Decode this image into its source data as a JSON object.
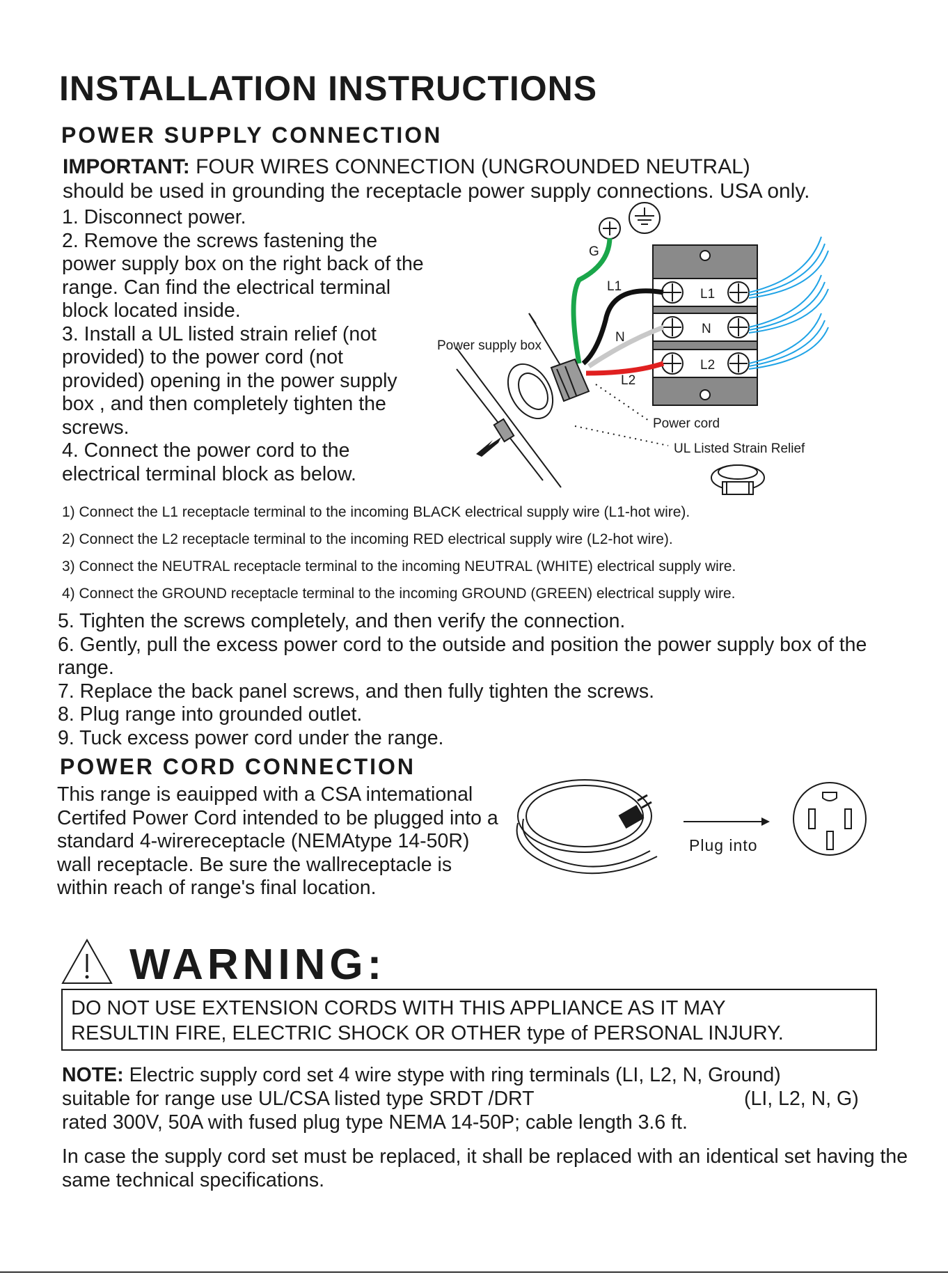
{
  "title": "INSTALLATION INSTRUCTIONS",
  "power_supply": {
    "heading": "POWER SUPPLY CONNECTION",
    "important_label": "IMPORTANT:",
    "important_text": " FOUR WIRES CONNECTION (UNGROUNDED NEUTRAL)",
    "important_line2": "should be used in grounding the receptacle power supply connections. USA only.",
    "steps": [
      "1. Disconnect power.",
      "2. Remove the screws fastening the power supply box on the right back of the range. Can find the electrical terminal block located inside.",
      "3. Install a UL listed strain relief (not provided) to the power cord (not provided) opening in the power supply box , and then completely tighten the screws.",
      "4. Connect the power cord to the electrical terminal block as below."
    ],
    "substeps": [
      "1) Connect the L1 receptacle terminal to the incoming BLACK electrical supply wire (L1-hot wire).",
      "2) Connect the L2 receptacle terminal to the incoming RED electrical supply wire (L2-hot wire).",
      "3) Connect the NEUTRAL receptacle terminal to the incoming NEUTRAL (WHITE) electrical supply wire.",
      "4) Connect the GROUND receptacle terminal to the incoming GROUND (GREEN) electrical supply wire."
    ],
    "later_steps": [
      "5. Tighten the screws completely, and then verify the connection.",
      "6. Gently, pull the excess power cord to the outside  and  position the power  supply box  of the range.",
      "7. Replace the back panel screws, and then fully tighten the screws.",
      "8. Plug range into grounded outlet.",
      "9. Tuck excess power cord under the range."
    ]
  },
  "diagram": {
    "label_power_supply_box": "Power supply box",
    "label_power_cord": "Power cord",
    "label_strain_relief": "UL Listed Strain Relief",
    "wire_g": "G",
    "wire_l1": "L1",
    "wire_n": "N",
    "wire_l2": "L2",
    "term_l1": "L1",
    "term_n": "N",
    "term_l2": "L2",
    "colors": {
      "ground": "#1aa64a",
      "l1": "#111111",
      "neutral": "#c8c8c8",
      "l2": "#e02020",
      "range_wires": "#1fa3e6"
    }
  },
  "power_cord": {
    "heading": "POWER CORD CONNECTION",
    "text": " This range is eauipped with a CSA intemational Certifed Power Cord intended to be plugged into a standard 4-wirereceptacle (NEMAtype 14-50R) wall receptacle. Be sure the wallreceptacle is within reach of range's final location.",
    "plug_label": "Plug into"
  },
  "warning": {
    "heading": "WARNING:",
    "line1": "DO NOT USE EXTENSION CORDS WITH THIS APPLIANCE AS IT MAY",
    "line2": "RESULTIN FIRE, ELECTRIC SHOCK OR OTHER type of PERSONAL INJURY."
  },
  "note": {
    "label": "NOTE:",
    "line1": " Electric supply cord set 4 wire stype with ring terminals (LI, L2, N, Ground)",
    "line2a": "suitable for range use UL/CSA listed type SRDT /DRT",
    "line2b": "(LI, L2, N, G)",
    "line3": "rated 300V, 50A with fused plug type NEMA 14-50P;  cable length 3.6 ft."
  },
  "replacement": "In case the supply cord set must be replaced, it shall be replaced with an identical set having the same technical specifications."
}
